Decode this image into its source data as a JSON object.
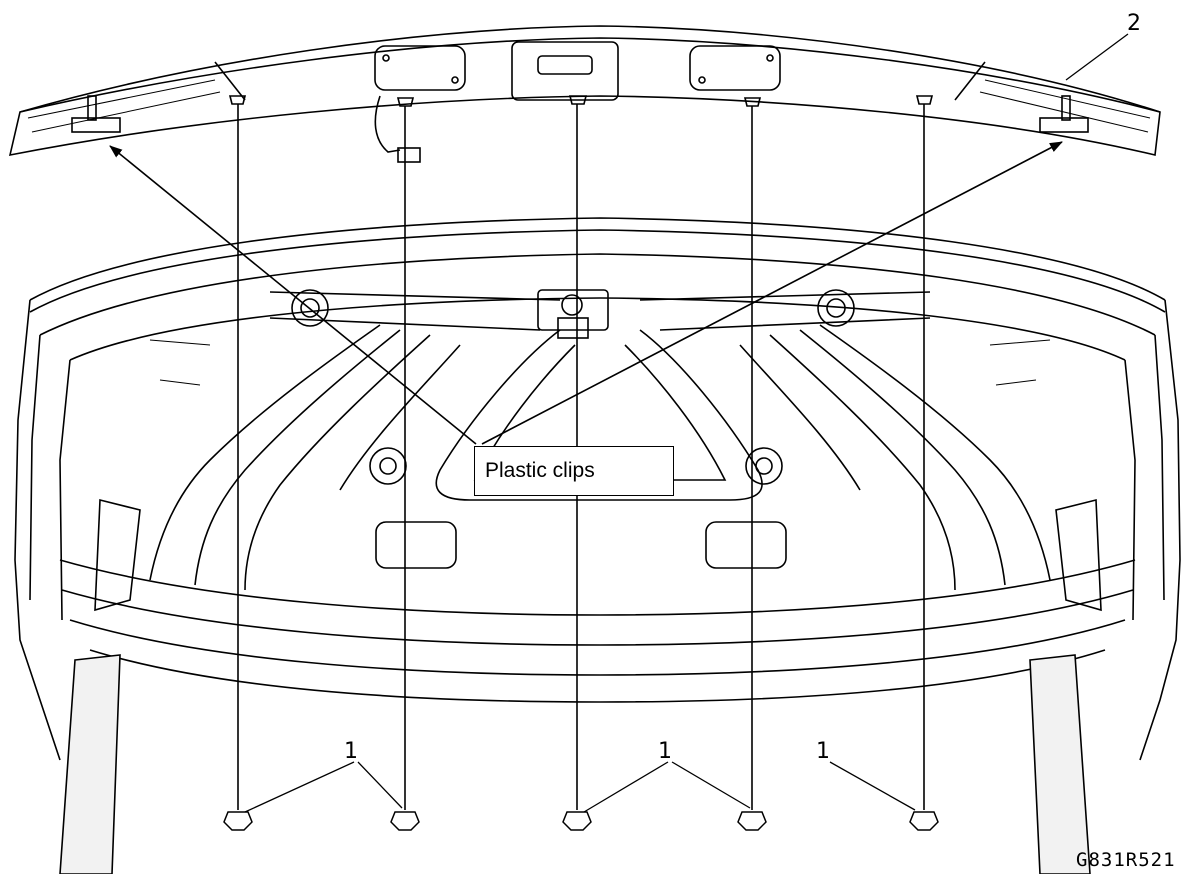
{
  "callout": {
    "text": "Plastic clips"
  },
  "labels": {
    "part_1": "1",
    "part_2": "2"
  },
  "figure_code": "G831R521",
  "colors": {
    "line": "#000000",
    "background": "#ffffff"
  }
}
